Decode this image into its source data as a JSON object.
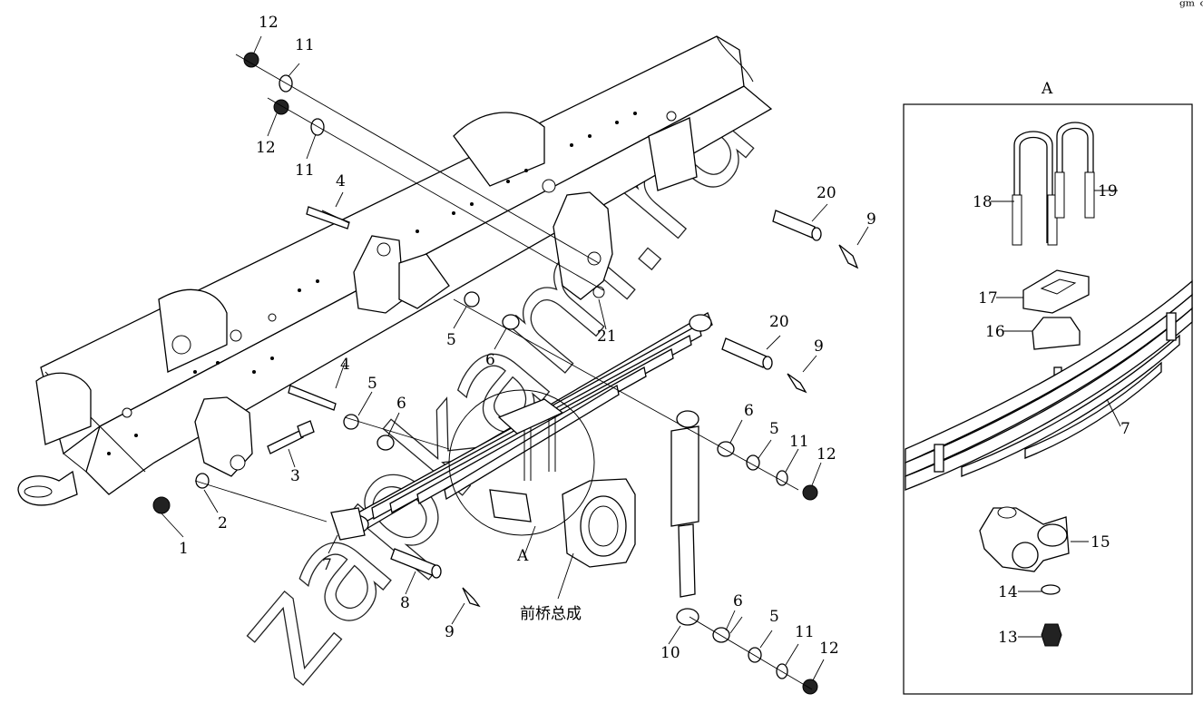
{
  "corner_mark": "ᵍᵐ ᵒᵒᵒ",
  "watermark": "zapkam.ru",
  "axle_label": "前桥总成",
  "detail": {
    "title": "A",
    "labels": [
      "18",
      "19",
      "17",
      "16",
      "7",
      "15",
      "14",
      "13"
    ]
  },
  "callouts": {
    "c1": "1",
    "c2": "2",
    "c3": "3",
    "c4a": "4",
    "c4b": "4",
    "c5a": "5",
    "c5b": "5",
    "c5c": "5",
    "c5d": "5",
    "c6a": "6",
    "c6b": "6",
    "c6c": "6",
    "c6d": "6",
    "c7": "7",
    "c8": "8",
    "c9a": "9",
    "c9b": "9",
    "c9c": "9",
    "c10": "10",
    "c11a": "11",
    "c11b": "11",
    "c11c": "11",
    "c11d": "11",
    "c12a": "12",
    "c12b": "12",
    "c12c": "12",
    "c12d": "12",
    "c20a": "20",
    "c20b": "20",
    "c21": "21",
    "cA": "A"
  }
}
